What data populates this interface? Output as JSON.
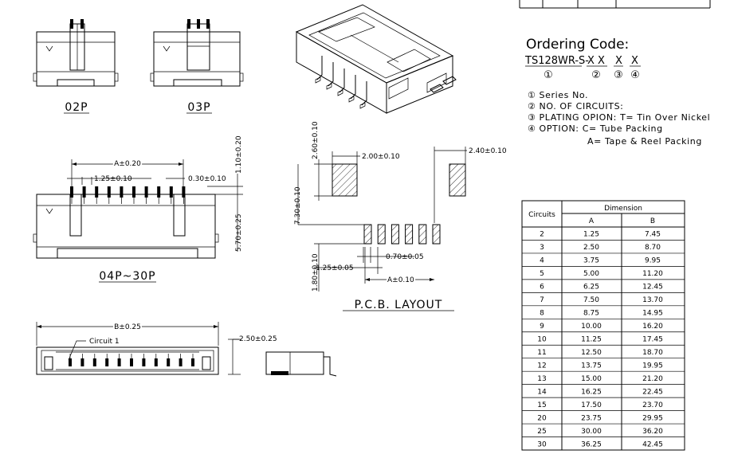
{
  "views": {
    "p02": "02P",
    "p03": "03P",
    "p04": "04P~30P",
    "pcb": "P.C.B.  LAYOUT"
  },
  "dims": {
    "a20": "A±0.20",
    "pitch": "1.25±0.10",
    "pin_w": "0.30±0.10",
    "top_h": "1.10±0.20",
    "body_h": "5.70±0.25",
    "b25": "B±0.25",
    "circuit1": "Circuit  1",
    "side_h": "2.50±0.25",
    "pad_h": "2.60±0.10",
    "pad_w": "2.00±0.10",
    "pad_w2": "2.40±0.10",
    "span": "7.30±0.10",
    "sig_h": "1.80±0.10",
    "sig_w": "0.70±0.05",
    "pitch2": "1.25±0.05",
    "a10": "A±0.10"
  },
  "ordering": {
    "title": "Ordering  Code:",
    "prefix": "TS128WR-S-",
    "f2": "X X",
    "f3": "X",
    "f4": "X",
    "c1": "①",
    "c2": "②",
    "c3": "③",
    "c4": "④",
    "notes": [
      "① Series  No.",
      "② NO.  OF  CIRCUITS:",
      "③ PLATING  OPION:  T=  Tin  Over  Nickel",
      "④ OPTION:  C=  Tube  Packing",
      "A=  Tape  &  Reel  Packing"
    ]
  },
  "table": {
    "h_circuits": "Circuits",
    "h_dimension": "Dimension",
    "h_a": "A",
    "h_b": "B",
    "rows": [
      [
        "2",
        "1.25",
        "7.45"
      ],
      [
        "3",
        "2.50",
        "8.70"
      ],
      [
        "4",
        "3.75",
        "9.95"
      ],
      [
        "5",
        "5.00",
        "11.20"
      ],
      [
        "6",
        "6.25",
        "12.45"
      ],
      [
        "7",
        "7.50",
        "13.70"
      ],
      [
        "8",
        "8.75",
        "14.95"
      ],
      [
        "9",
        "10.00",
        "16.20"
      ],
      [
        "10",
        "11.25",
        "17.45"
      ],
      [
        "11",
        "12.50",
        "18.70"
      ],
      [
        "12",
        "13.75",
        "19.95"
      ],
      [
        "13",
        "15.00",
        "21.20"
      ],
      [
        "14",
        "16.25",
        "22.45"
      ],
      [
        "15",
        "17.50",
        "23.70"
      ],
      [
        "20",
        "23.75",
        "29.95"
      ],
      [
        "25",
        "30.00",
        "36.20"
      ],
      [
        "30",
        "36.25",
        "42.45"
      ]
    ]
  }
}
